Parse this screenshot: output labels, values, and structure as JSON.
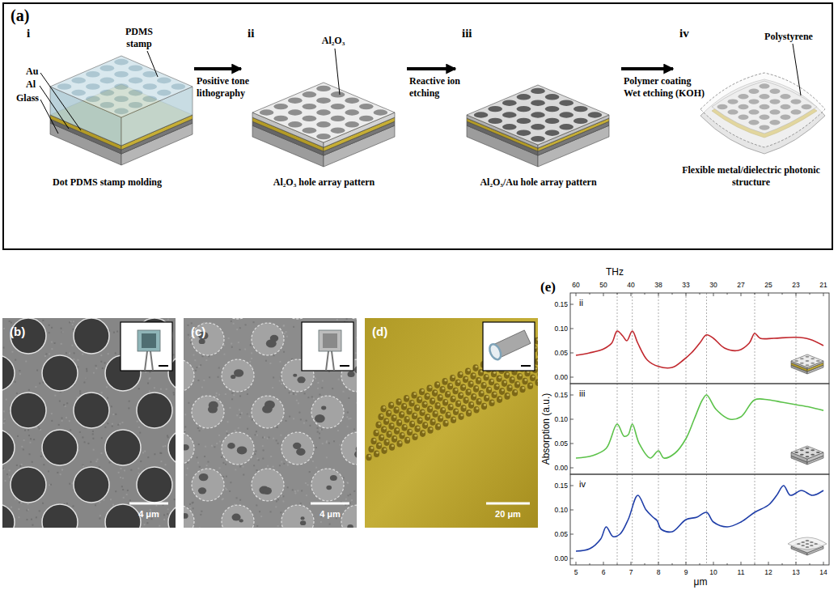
{
  "diagram": {
    "nodes": [
      {
        "text": [
          "(a)"
        ]
      },
      {
        "text": [
          "i",
          "Dot PDMS stamp molding"
        ],
        "in": 0
      },
      {
        "text": [
          "ii",
          "Al₂O₃ hole array pattern"
        ],
        "in": 0
      },
      {
        "text": [
          "iii",
          "Al₂O₃/Au hole array pattern"
        ],
        "in": 0
      },
      {
        "text": [
          "iv",
          "Flexible metal/dielectric photonic structure"
        ],
        "in": 0
      }
    ],
    "edges": [
      {
        "from": 1,
        "to": 2,
        "arrow": "to",
        "label": "Positive tone lithography"
      },
      {
        "from": 2,
        "to": 3,
        "arrow": "to",
        "label": "Reactive ion etching"
      },
      {
        "from": 3,
        "to": 4,
        "arrow": "to",
        "label": "Polymer coating Wet etching (KOH)"
      }
    ],
    "labels": [
      "PDMS stamp",
      "Au",
      "Al",
      "Glass",
      "Al₂O₃",
      "Polystyrene",
      "(b)",
      "4 μm",
      "(c)",
      "4 μm",
      "(d)",
      "20 μm",
      "(e)",
      "THz",
      "60",
      "50",
      "40",
      "38",
      "33",
      "30",
      "27",
      "25",
      "23",
      "21",
      "5",
      "6",
      "7",
      "8",
      "9",
      "10",
      "11",
      "12",
      "13",
      "14",
      "μm",
      "Absorption (a.u.)",
      "ii",
      "0.15",
      "0.10",
      "0.05",
      "0.00",
      "iii",
      "0.15",
      "0.10",
      "0.05",
      "0.00",
      "iv",
      "0.15",
      "0.10",
      "0.05",
      "0.00"
    ]
  }
}
